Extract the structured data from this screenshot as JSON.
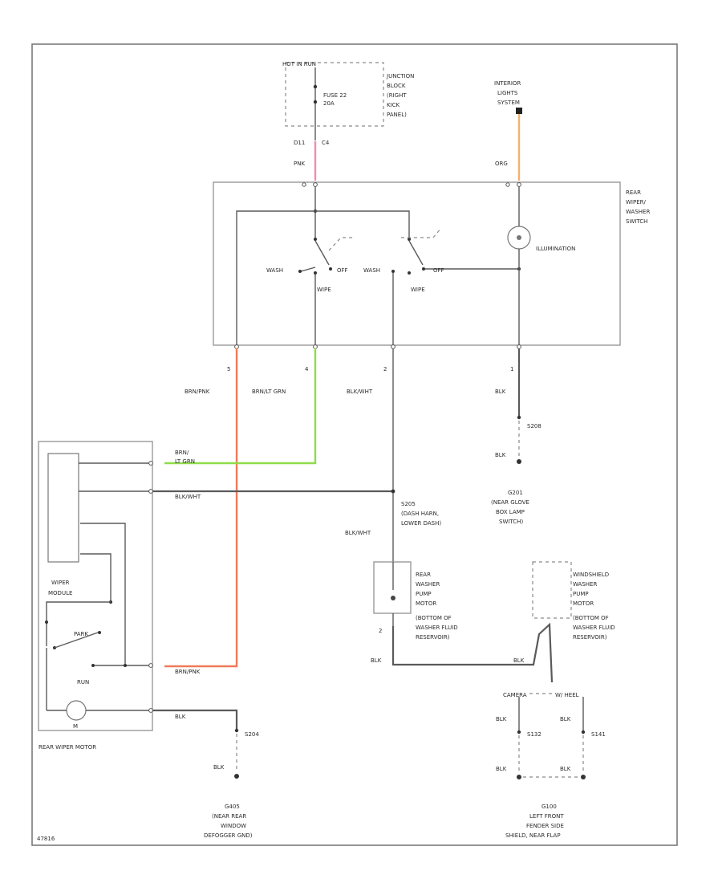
{
  "labels": {
    "hot_in_run": "HOT IN RUN",
    "fuse": "FUSE 22",
    "fuse_amp": "20A",
    "jb_1": "JUNCTION",
    "jb_2": "BLOCK",
    "jb_3": "(RIGHT",
    "jb_4": "KICK",
    "jb_5": "PANEL)",
    "conn_d11": "D11",
    "conn_c4": "C4",
    "pnk": "PNK",
    "ils_1": "INTERIOR",
    "ils_2": "LIGHTS",
    "ils_3": "SYSTEM",
    "org": "ORG",
    "sw_1": "REAR",
    "sw_2": "WIPER/",
    "sw_3": "WASHER",
    "sw_4": "SWITCH",
    "illum": "ILLUMINATION",
    "wash_1": "WASH",
    "off_1": "OFF",
    "wipe_1": "WIPE",
    "wash_2": "WASH",
    "off_2": "OFF",
    "wipe_2": "WIPE",
    "pin_5": "5",
    "pin_4": "4",
    "pin_2": "2",
    "pin_1": "1",
    "w_brn_pnk": "BRN/PNK",
    "w_brn_lt_grn": "BRN/LT GRN",
    "w_blk_wht_1": "BLK/WHT",
    "w_blk_1": "BLK",
    "s208": "S208",
    "w_blk_2": "BLK",
    "g201_1": "G201",
    "g201_2": "(NEAR GLOVE",
    "g201_3": "BOX LAMP",
    "g201_4": "SWITCH)",
    "motor_w1_a": "BRN/",
    "motor_w1_b": "LT GRN",
    "motor_w2": "BLK/WHT",
    "s205_1": "S205",
    "s205_2": "(DASH HARN,",
    "s205_3": "LOWER DASH)",
    "w_blk_wht_2": "BLK/WHT",
    "rwp_1": "REAR",
    "rwp_2": "WASHER",
    "rwp_3": "PUMP",
    "rwp_4": "MOTOR",
    "rwp_5": "(BOTTOM OF",
    "rwp_6": "WASHER FLUID",
    "rwp_7": "RESERVOIR)",
    "rwp_pin": "2",
    "wwp_1": "WINDSHIELD",
    "wwp_2": "WASHER",
    "wwp_3": "PUMP",
    "wwp_4": "MOTOR",
    "wwp_5": "(BOTTOM OF",
    "wwp_6": "WASHER FLUID",
    "wwp_7": "RESERVOIR)",
    "w_blk_3": "BLK",
    "w_blk_4": "BLK",
    "wiper_module_1": "WIPER",
    "wiper_module_2": "MODULE",
    "park": "PARK",
    "run": "RUN",
    "motor_m": "M",
    "rear_wiper_motor": "REAR WIPER MOTOR",
    "motor_w3": "BRN/PNK",
    "motor_w4": "BLK",
    "s204": "S204",
    "w_blk_5": "BLK",
    "g405_1": "G405",
    "g405_2": "(NEAR REAR",
    "g405_3": "WINDOW",
    "g405_4": "DEFOGGER GND)",
    "camera": "CAMERA",
    "wheel": "W/ HEEL",
    "w_blk_6": "BLK",
    "w_blk_7": "BLK",
    "s132": "S132",
    "s141": "S141",
    "w_blk_8": "BLK",
    "w_blk_9": "BLK",
    "g100_1": "G100",
    "g100_2": "LEFT FRONT",
    "g100_3": "FENDER SIDE",
    "g100_4": "SHIELD, NEAR FLAP",
    "code": "47816"
  },
  "colors": {
    "pnk_wire": "#f28ab2",
    "org_wire": "#f5b06a",
    "brn_lt_grn_wire": "#8fdc4a",
    "brn_pnk_wire": "#f07a5a",
    "wire_gray": "#5a5a5a"
  }
}
